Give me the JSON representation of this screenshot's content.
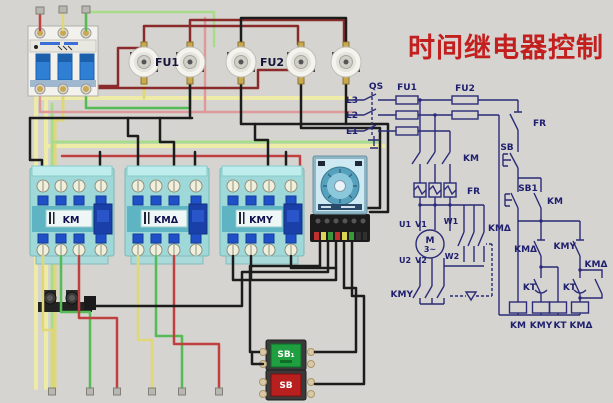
{
  "title": {
    "text": "时间继电器控制",
    "color": "#c41f1f"
  },
  "colors": {
    "background": "#d5d4d0",
    "schematic_line": "#2b2b78",
    "wire_yellow": "#e0d878",
    "wire_pale_yellow": "#eeeaa8",
    "wire_green": "#55bb55",
    "wire_light_green": "#a9dc8a",
    "wire_red": "#c04040",
    "wire_pink": "#de9a9a",
    "wire_dark_red": "#8a2a2a",
    "wire_black": "#1c1c1c",
    "contactor_body": "#9fd8d8",
    "contactor_coil_box": "#1a3fa8",
    "breaker_toggle": "#2f7fd4",
    "relay_face": "#cfe9f2",
    "button_green": "#1f9f3f",
    "button_red": "#b82020"
  },
  "photo": {
    "fuse_group_1_label": "FU1",
    "fuse_group_2_label": "FU2",
    "contactors": [
      {
        "label": "KM"
      },
      {
        "label": "KMΔ"
      },
      {
        "label": "KMY"
      }
    ],
    "buttons": {
      "start": "SB₁",
      "stop": "SB"
    }
  },
  "schematic": {
    "phases": [
      "L3",
      "L2",
      "L1"
    ],
    "disconnect": "QS",
    "fuse1": "FU1",
    "fuse2": "FU2",
    "main_contactor": "KM",
    "overload": "FR",
    "motor": {
      "label": "M",
      "phase": "3~",
      "top": [
        "U1",
        "V1",
        "W1"
      ],
      "bottom": [
        "U2",
        "V2",
        "W2"
      ]
    },
    "delta_contactor": "KMΔ",
    "star_contactor": "KMY",
    "control": {
      "overload_contact": "FR",
      "stop_button": "SB",
      "start_button": "SB1",
      "seal_in": "KM",
      "delta_interlock": "KMΔ",
      "star_interlock": "KMY",
      "timer_contact_1": "KT",
      "timer_contact_2": "KT",
      "delta_aux": "KMΔ",
      "coils": [
        "KM",
        "KMY",
        "KT",
        "KMΔ"
      ]
    }
  }
}
